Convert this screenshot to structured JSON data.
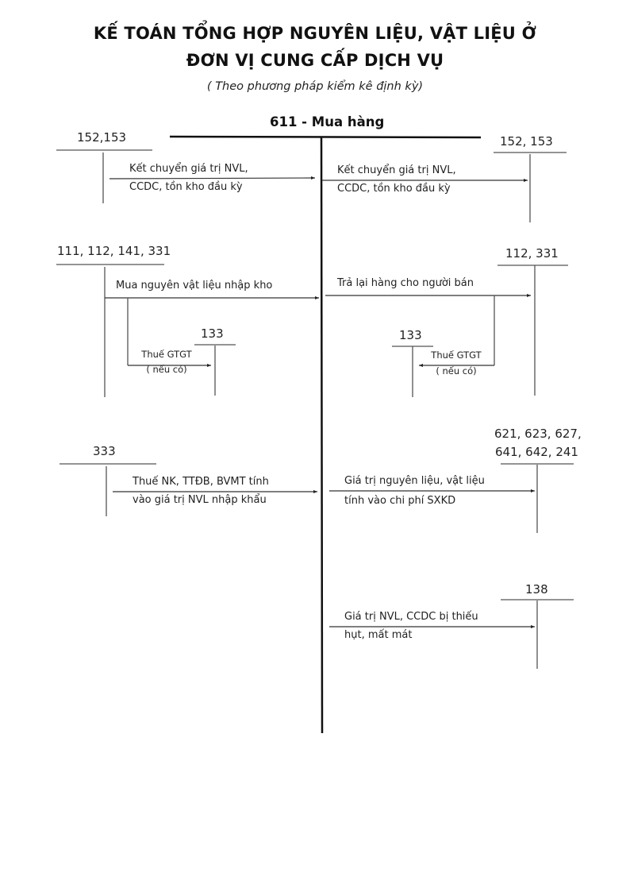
{
  "header": {
    "title_line1": "KẾ TOÁN TỔNG HỢP NGUYÊN LIỆU, VẬT LIỆU Ở",
    "title_line2": "ĐƠN VỊ CUNG CẤP DỊCH VỤ",
    "subtitle": "( Theo phương pháp kiểm kê định kỳ)"
  },
  "main_account": {
    "label": "611 - Mua hàng"
  },
  "left_entries": [
    {
      "account": "152,153",
      "description_line1": "Kết chuyển giá trị NVL,",
      "description_line2": "CCDC, tồn kho đầu kỳ"
    },
    {
      "account": "111, 112, 141, 331",
      "description_line1": "Mua nguyên vật liệu nhập kho",
      "sub_account": "133",
      "sub_description_line1": "Thuế GTGT",
      "sub_description_line2": "( nếu có)"
    },
    {
      "account": "333",
      "description_line1": "Thuế NK, TTĐB, BVMT tính",
      "description_line2": "vào giá trị NVL nhập khẩu"
    }
  ],
  "right_entries": [
    {
      "account": "152, 153",
      "description_line1": "Kết chuyển giá trị NVL,",
      "description_line2": "CCDC, tồn kho đầu kỳ"
    },
    {
      "account": "112, 331",
      "description_line1": "Trả lại hàng cho người bán",
      "sub_account": "133",
      "sub_description_line1": "Thuế GTGT",
      "sub_description_line2": "( nếu có)"
    },
    {
      "account_line1": "621, 623, 627,",
      "account_line2": "641, 642, 241",
      "description_line1": "Giá trị nguyên liệu, vật liệu",
      "description_line2": "tính vào chi phí SXKD"
    },
    {
      "account": "138",
      "description_line1": "Giá trị NVL, CCDC bị thiếu",
      "description_line2": "hụt, mất mát"
    }
  ]
}
